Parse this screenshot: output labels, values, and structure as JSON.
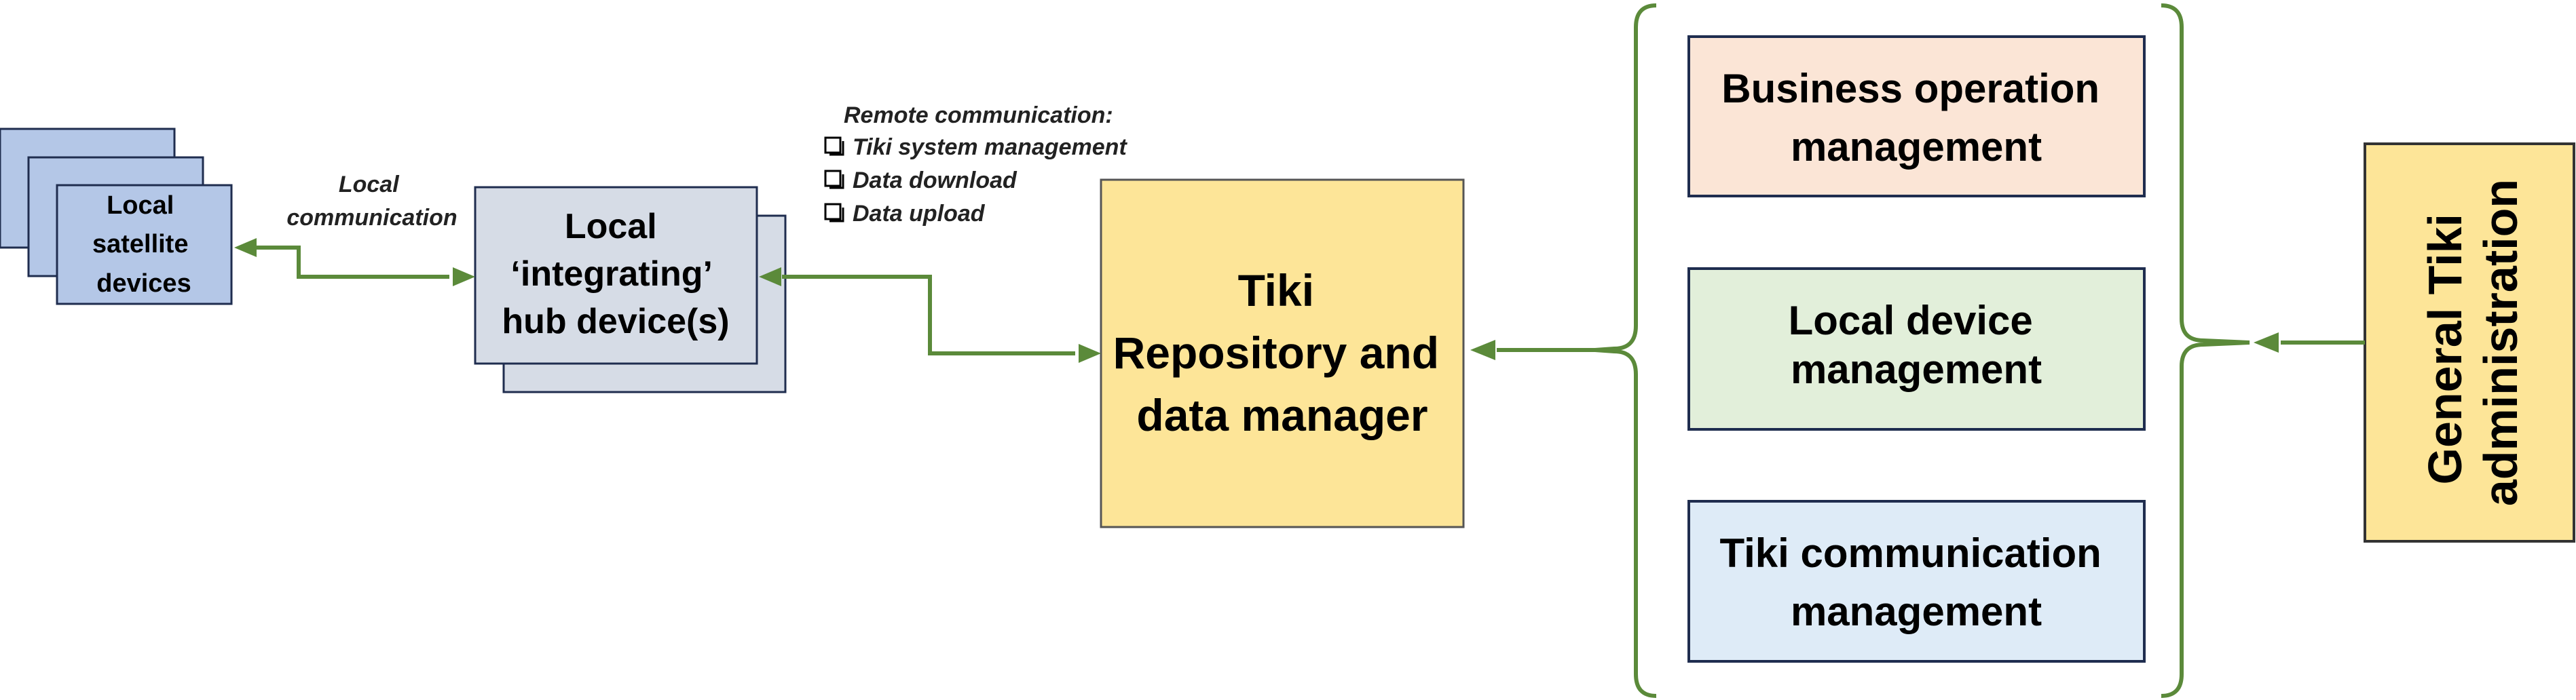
{
  "colors": {
    "connector": "#5b8a3a",
    "satellite_fill": "#b4c7e7",
    "hub_fill": "#d6dce6",
    "repository_fill": "#fde598",
    "business_fill": "#fbe5d6",
    "device_fill": "#e2efda",
    "communication_fill": "#deebf7",
    "admin_fill": "#fde598",
    "box_border": "#1f2d4f"
  },
  "icons": {
    "checkbox": "checkbox-icon",
    "arrowhead": "arrowhead-icon"
  },
  "satellite": {
    "lines": [
      "Local",
      "satellite",
      "devices"
    ]
  },
  "local_communication": {
    "lines": [
      "Local",
      "communication"
    ]
  },
  "hub": {
    "lines": [
      "Local",
      "‘integrating’",
      "hub device(s)"
    ]
  },
  "remote_communication": {
    "title": "Remote communication:",
    "items": [
      "Tiki system management",
      "Data download",
      "Data upload"
    ]
  },
  "repository": {
    "lines": [
      "Tiki",
      "Repository and",
      "data manager"
    ]
  },
  "management": {
    "business": [
      "Business operation",
      "management"
    ],
    "device": [
      "Local device",
      "management"
    ],
    "communication": [
      "Tiki communication",
      "management"
    ]
  },
  "admin": {
    "lines": [
      "General Tiki",
      "administration"
    ]
  }
}
